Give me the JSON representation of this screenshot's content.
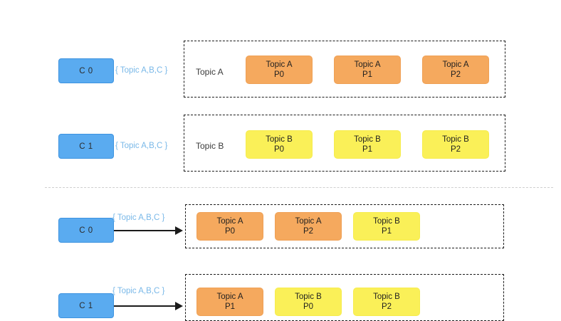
{
  "diagram": {
    "divider": {
      "label": "section-divider"
    },
    "sections": [
      {
        "name": "before-rebalance",
        "consumers": [
          {
            "label": "C 0",
            "subscription": "{ Topic A,B,C }",
            "has_arrow": false
          },
          {
            "label": "C 1",
            "subscription": "{ Topic A,B,C }",
            "has_arrow": false
          }
        ],
        "topics": [
          {
            "name": "Topic A",
            "partitions": [
              {
                "topic": "Topic A",
                "partition": "P0",
                "color": "topic-a"
              },
              {
                "topic": "Topic A",
                "partition": "P1",
                "color": "topic-a"
              },
              {
                "topic": "Topic A",
                "partition": "P2",
                "color": "topic-a"
              }
            ]
          },
          {
            "name": "Topic B",
            "partitions": [
              {
                "topic": "Topic B",
                "partition": "P0",
                "color": "topic-b"
              },
              {
                "topic": "Topic B",
                "partition": "P1",
                "color": "topic-b"
              },
              {
                "topic": "Topic B",
                "partition": "P2",
                "color": "topic-b"
              }
            ]
          }
        ]
      },
      {
        "name": "after-assignment",
        "consumers": [
          {
            "label": "C 0",
            "subscription": "{ Topic A,B,C }",
            "has_arrow": true
          },
          {
            "label": "C 1",
            "subscription": "{ Topic A,B,C }",
            "has_arrow": true
          }
        ],
        "assignments": [
          {
            "partitions": [
              {
                "topic": "Topic A",
                "partition": "P0",
                "color": "topic-a"
              },
              {
                "topic": "Topic A",
                "partition": "P2",
                "color": "topic-a"
              },
              {
                "topic": "Topic B",
                "partition": "P1",
                "color": "topic-b"
              }
            ]
          },
          {
            "partitions": [
              {
                "topic": "Topic A",
                "partition": "P1",
                "color": "topic-a"
              },
              {
                "topic": "Topic B",
                "partition": "P0",
                "color": "topic-b"
              },
              {
                "topic": "Topic B",
                "partition": "P2",
                "color": "topic-b"
              }
            ]
          }
        ]
      }
    ],
    "colors": {
      "consumer_fill": "#5aabf0",
      "consumer_border": "#3d93e0",
      "topic_a_fill": "#f5a95e",
      "topic_b_fill": "#faf058",
      "subscription_text": "#79b8e8",
      "dash_border": "#1b1b1b",
      "divider": "#cfcfcf"
    }
  },
  "top": {
    "c0": {
      "label": "C 0",
      "sub": "{ Topic A,B,C }"
    },
    "c1": {
      "label": "C 1",
      "sub": "{ Topic A,B,C }"
    },
    "topicA": {
      "name": "Topic A",
      "p0_l1": "Topic A",
      "p0_l2": "P0",
      "p1_l1": "Topic A",
      "p1_l2": "P1",
      "p2_l1": "Topic A",
      "p2_l2": "P2"
    },
    "topicB": {
      "name": "Topic B",
      "p0_l1": "Topic B",
      "p0_l2": "P0",
      "p1_l1": "Topic B",
      "p1_l2": "P1",
      "p2_l1": "Topic B",
      "p2_l2": "P2"
    }
  },
  "bottom": {
    "c0": {
      "label": "C 0",
      "sub": "{ Topic A,B,C }"
    },
    "c1": {
      "label": "C 1",
      "sub": "{ Topic A,B,C }"
    },
    "row0": {
      "a_l1": "Topic A",
      "a_l2": "P0",
      "b_l1": "Topic A",
      "b_l2": "P2",
      "c_l1": "Topic B",
      "c_l2": "P1"
    },
    "row1": {
      "a_l1": "Topic A",
      "a_l2": "P1",
      "b_l1": "Topic B",
      "b_l2": "P0",
      "c_l1": "Topic B",
      "c_l2": "P2"
    }
  }
}
